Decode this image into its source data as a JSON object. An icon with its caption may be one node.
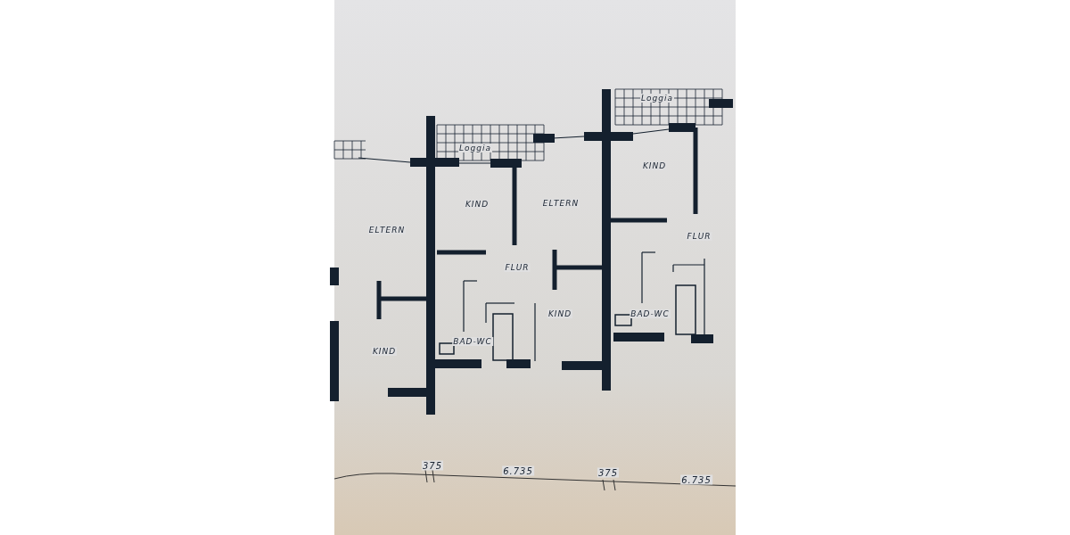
{
  "diagram": {
    "labels": [
      "Loggia",
      "Loggia",
      "KIND",
      "KIND",
      "ELTERN",
      "ELTERN",
      "FLUR",
      "FLUR",
      "KIND",
      "BAD-WC",
      "KIND",
      "BAD-WC",
      "375",
      "6.735",
      "375",
      "6.735"
    ]
  }
}
